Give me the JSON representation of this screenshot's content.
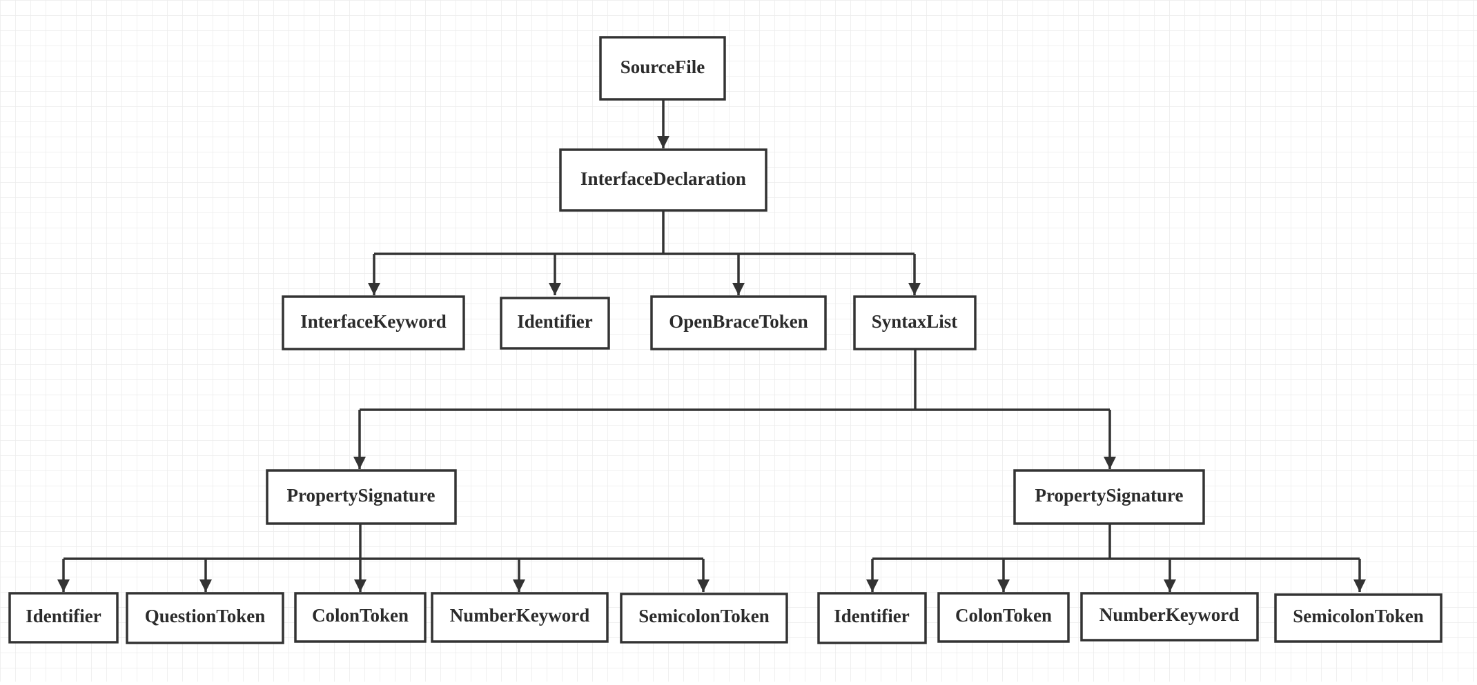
{
  "nodes": {
    "source_file": "SourceFile",
    "interface_declaration": "InterfaceDeclaration",
    "interface_keyword": "InterfaceKeyword",
    "identifier_top": "Identifier",
    "open_brace_token": "OpenBraceToken",
    "syntax_list": "SyntaxList",
    "property_signature_left": "PropertySignature",
    "property_signature_right": "PropertySignature",
    "left_identifier": "Identifier",
    "left_question_token": "QuestionToken",
    "left_colon_token": "ColonToken",
    "left_number_keyword": "NumberKeyword",
    "left_semicolon_token": "SemicolonToken",
    "right_identifier": "Identifier",
    "right_colon_token": "ColonToken",
    "right_number_keyword": "NumberKeyword",
    "right_semicolon_token": "SemicolonToken"
  },
  "colors": {
    "box_stroke": "#333333",
    "edge": "#333333",
    "grid": "#ebebeb",
    "background": "#ffffff"
  }
}
